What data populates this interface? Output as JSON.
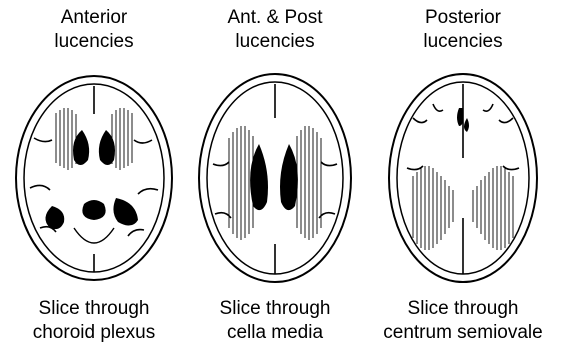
{
  "panels": [
    {
      "top": "Anterior\nlucencies",
      "bottom": "Slice through\nchoroid plexus"
    },
    {
      "top": "Ant. & Post\nlucencies",
      "bottom": "Slice through\ncella media"
    },
    {
      "top": "Posterior\nlucencies",
      "bottom": "Slice through\ncentrum semiovale"
    }
  ]
}
